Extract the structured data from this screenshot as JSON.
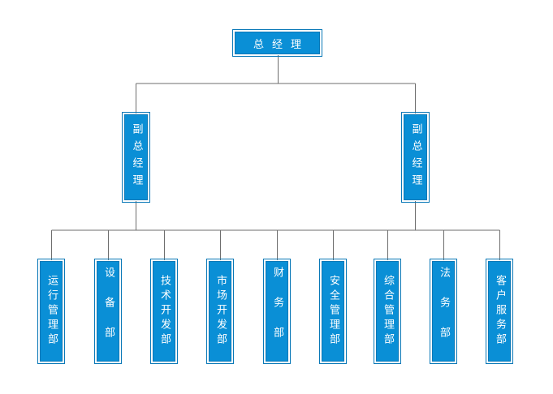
{
  "org_chart": {
    "root": {
      "label": "总经理"
    },
    "deputies": [
      {
        "label": "副总经理"
      },
      {
        "label": "副总经理"
      }
    ],
    "departments": [
      {
        "label": "运行管理部"
      },
      {
        "label": "设备部"
      },
      {
        "label": "技术开发部"
      },
      {
        "label": "市场开发部"
      },
      {
        "label": "财务部"
      },
      {
        "label": "安全管理部"
      },
      {
        "label": "综合管理部"
      },
      {
        "label": "法务部"
      },
      {
        "label": "客户服务部"
      }
    ]
  },
  "colors": {
    "box_fill": "#0a8fd6",
    "box_border": "#0a78b7",
    "text": "#ffffff",
    "line": "#6e6e6e"
  }
}
